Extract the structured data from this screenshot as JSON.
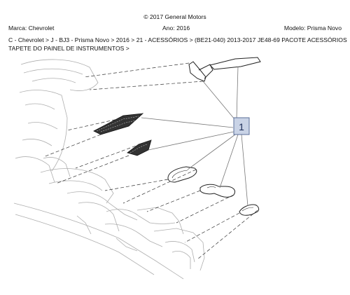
{
  "header": {
    "copyright": "© 2017 General Motors",
    "marca": "Marca: Chevrolet",
    "ano": "Ano: 2016",
    "modelo": "Modelo: Prisma Novo",
    "path": "C - Chevrolet > J - BJ3 - Prisma Novo > 2016 > 21 - ACESSÓRIOS > (BE21-040)  2013-2017  JE48-69  PACOTE ACESSÓRIOS",
    "category": "TAPETE DO PAINEL DE INSTRUMENTOS >"
  },
  "diagram": {
    "callout_label": "1",
    "colors": {
      "line": "#8a8a8a",
      "dashed": "#333333",
      "callout_fill": "#c9d3e6",
      "callout_stroke": "#5b6f9a"
    }
  }
}
